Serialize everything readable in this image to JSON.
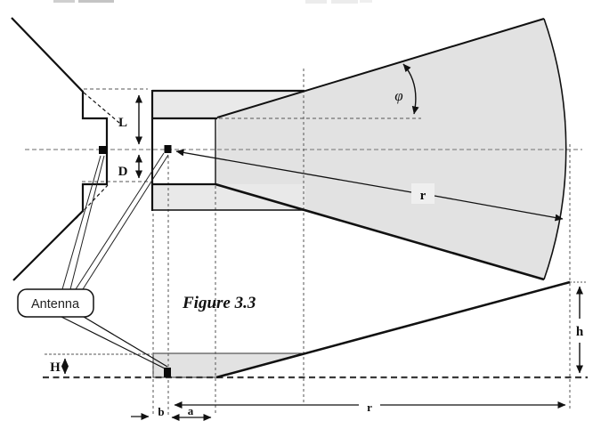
{
  "diagram": {
    "caption": "Figure 3.3",
    "callout": {
      "label": "Antenna"
    },
    "labels": {
      "upper_aperture": "L",
      "lower_aperture": "D",
      "flare_angle": "φ",
      "beam_radius": "r",
      "wall_thickness": "b",
      "feed_offset": "a",
      "ground_range": "r",
      "far_height": "h",
      "mount_height": "H"
    },
    "colors": {
      "beam_fill": "#e2e2e2",
      "flare_fill": "#e9e9e9",
      "label_box_fill": "#efefef",
      "line": "#111111",
      "guide": "#555555"
    }
  }
}
